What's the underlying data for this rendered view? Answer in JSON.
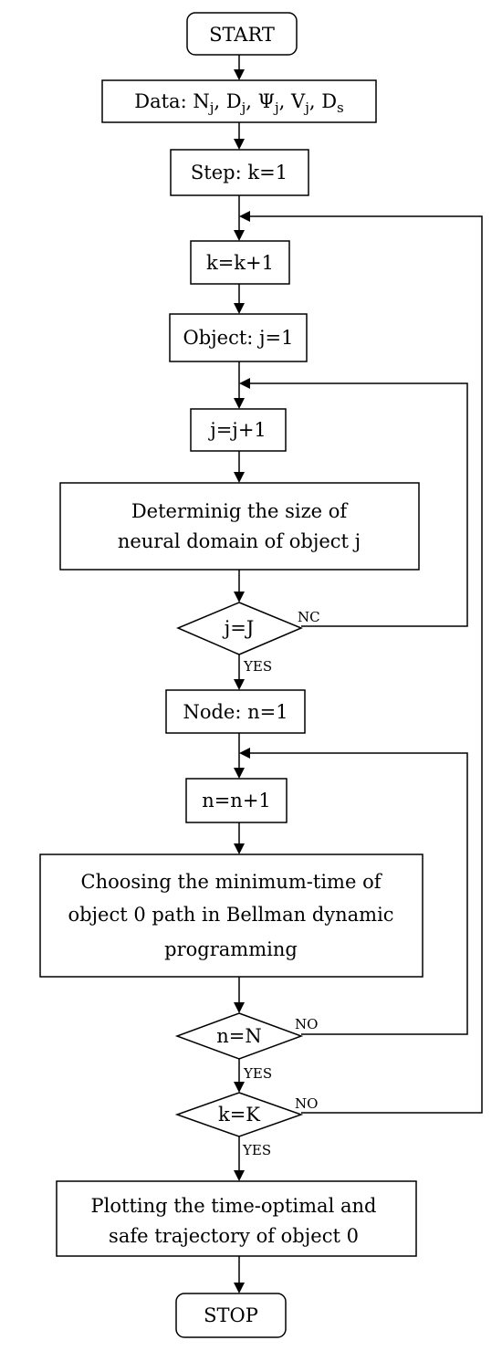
{
  "nodes": {
    "start": "START",
    "data_prefix": "Data: ",
    "data_vars": [
      {
        "base": "N",
        "sub": "j"
      },
      {
        "base": "D",
        "sub": "j"
      },
      {
        "base": "Ψ",
        "sub": "j"
      },
      {
        "base": "V",
        "sub": "j"
      },
      {
        "base": "D",
        "sub": "s"
      }
    ],
    "data_separator": ", ",
    "step_init": "Step: k=1",
    "step_inc": "k=k+1",
    "object_init": "Object: j=1",
    "object_inc": "j=j+1",
    "domain_line1": "Determinig the size of",
    "domain_line2": "neural domain of object j",
    "decision_j": "j=J",
    "node_init": "Node: n=1",
    "node_inc": "n=n+1",
    "choose_line1": "Choosing the minimum-time of",
    "choose_line2": "object 0 path in Bellman dynamic",
    "choose_line3": "programming",
    "decision_n": "n=N",
    "decision_k": "k=K",
    "plot_line1": "Plotting the time-optimal and",
    "plot_line2": "safe trajectory of object 0",
    "stop": "STOP"
  },
  "edge_labels": {
    "j_no": "NC",
    "j_yes": "YES",
    "n_no": "NO",
    "n_yes": "YES",
    "k_no": "NO",
    "k_yes": "YES"
  },
  "colors": {
    "stroke": "#000000",
    "fill": "#ffffff"
  }
}
